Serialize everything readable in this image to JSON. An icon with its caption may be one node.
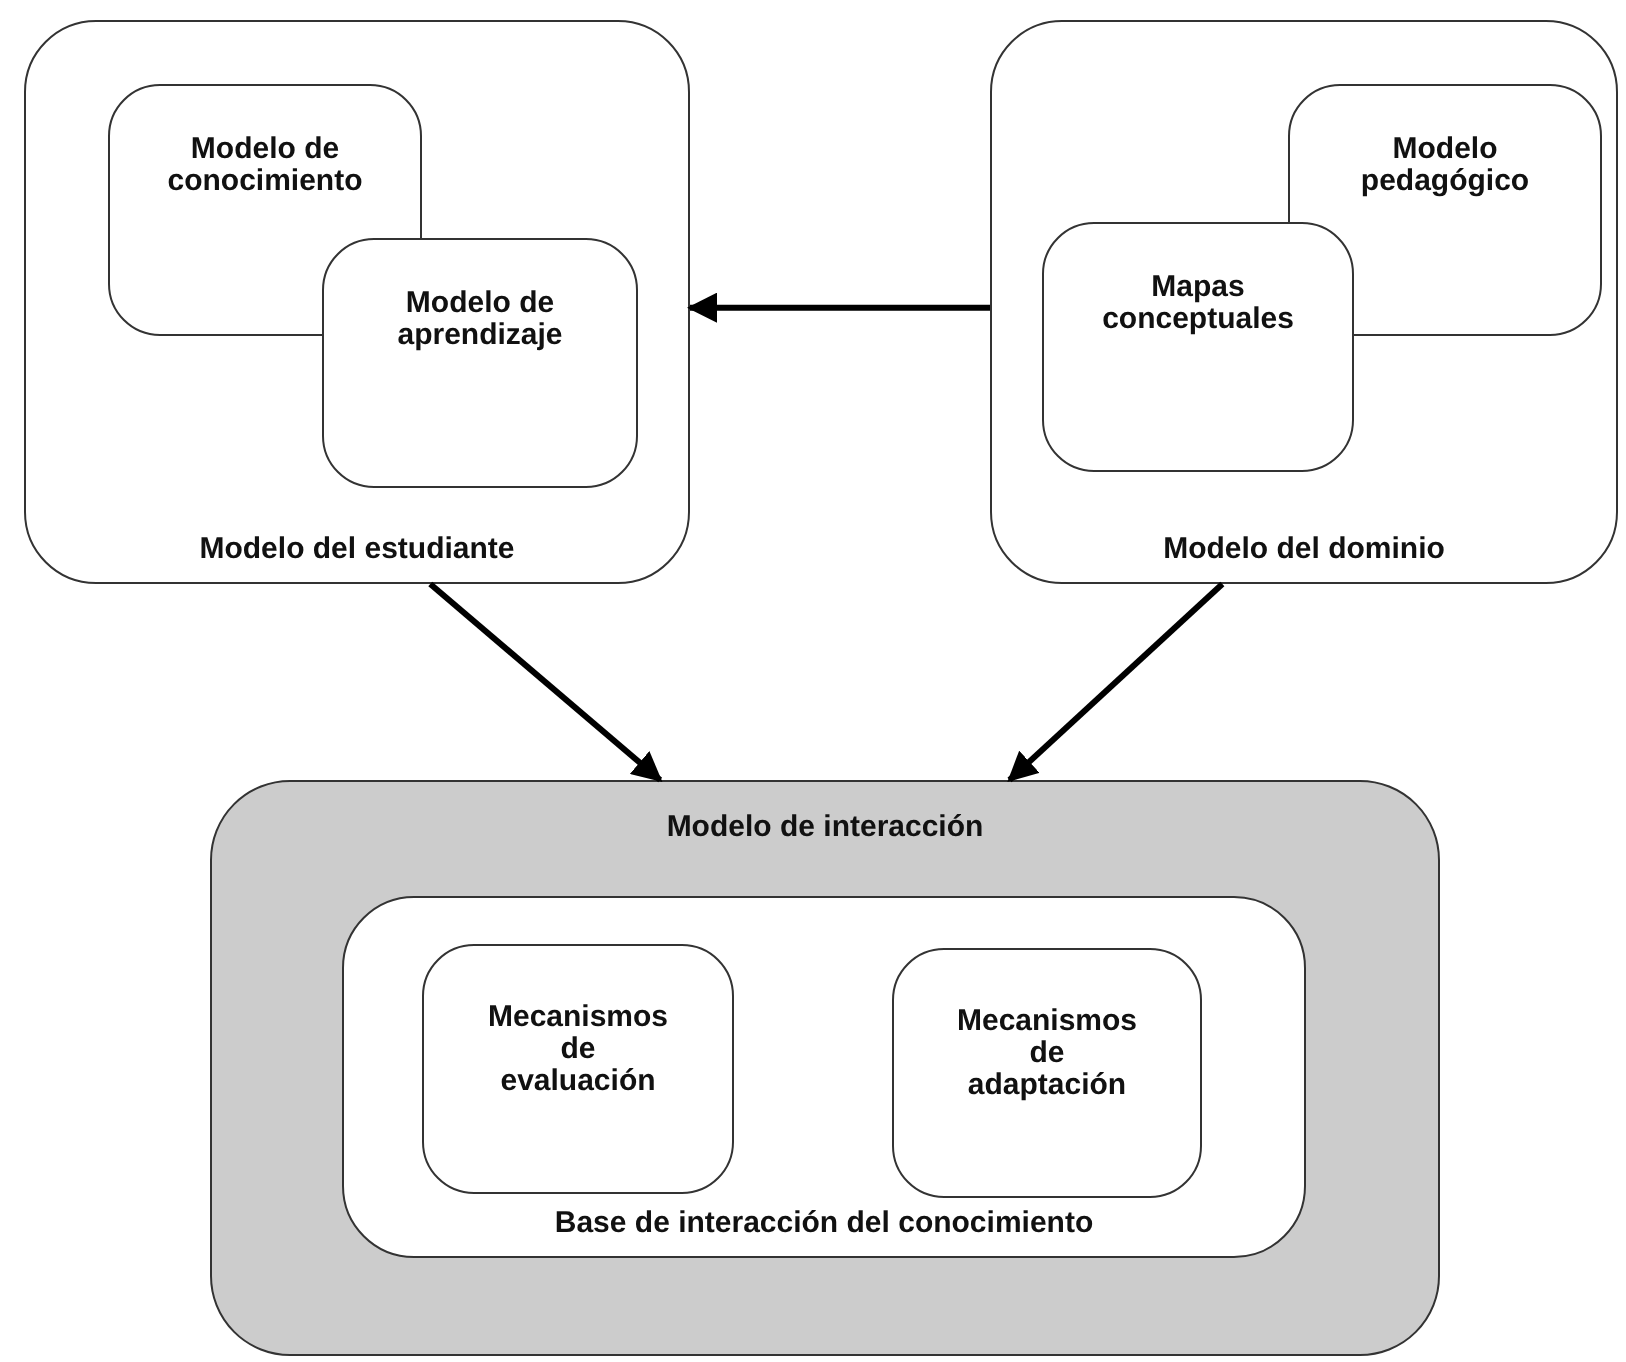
{
  "diagram": {
    "nodes": [
      {
        "text": [
          "Modelo del estudiante"
        ]
      },
      {
        "text": [
          "Modelo de conocimiento"
        ],
        "in": 0
      },
      {
        "text": [
          "Modelo de aprendizaje"
        ],
        "in": 0
      },
      {
        "text": [
          "Modelo del dominio"
        ]
      },
      {
        "text": [
          "Modelo pedagógico"
        ],
        "in": 3
      },
      {
        "text": [
          "Mapas conceptuales"
        ],
        "in": 3
      },
      {
        "text": [
          "Modelo de interacción"
        ]
      },
      {
        "text": [
          "Base de interacción del conocimiento"
        ],
        "in": 6
      },
      {
        "text": [
          "Mecanismos de evaluación"
        ],
        "in": 7
      },
      {
        "text": [
          "Mecanismos de adaptación"
        ],
        "in": 7
      }
    ],
    "edges": [
      {
        "from": 3,
        "to": 0,
        "arrow": "to"
      },
      {
        "from": 0,
        "to": 6,
        "arrow": "to"
      },
      {
        "from": 3,
        "to": 6,
        "arrow": "to"
      }
    ]
  }
}
